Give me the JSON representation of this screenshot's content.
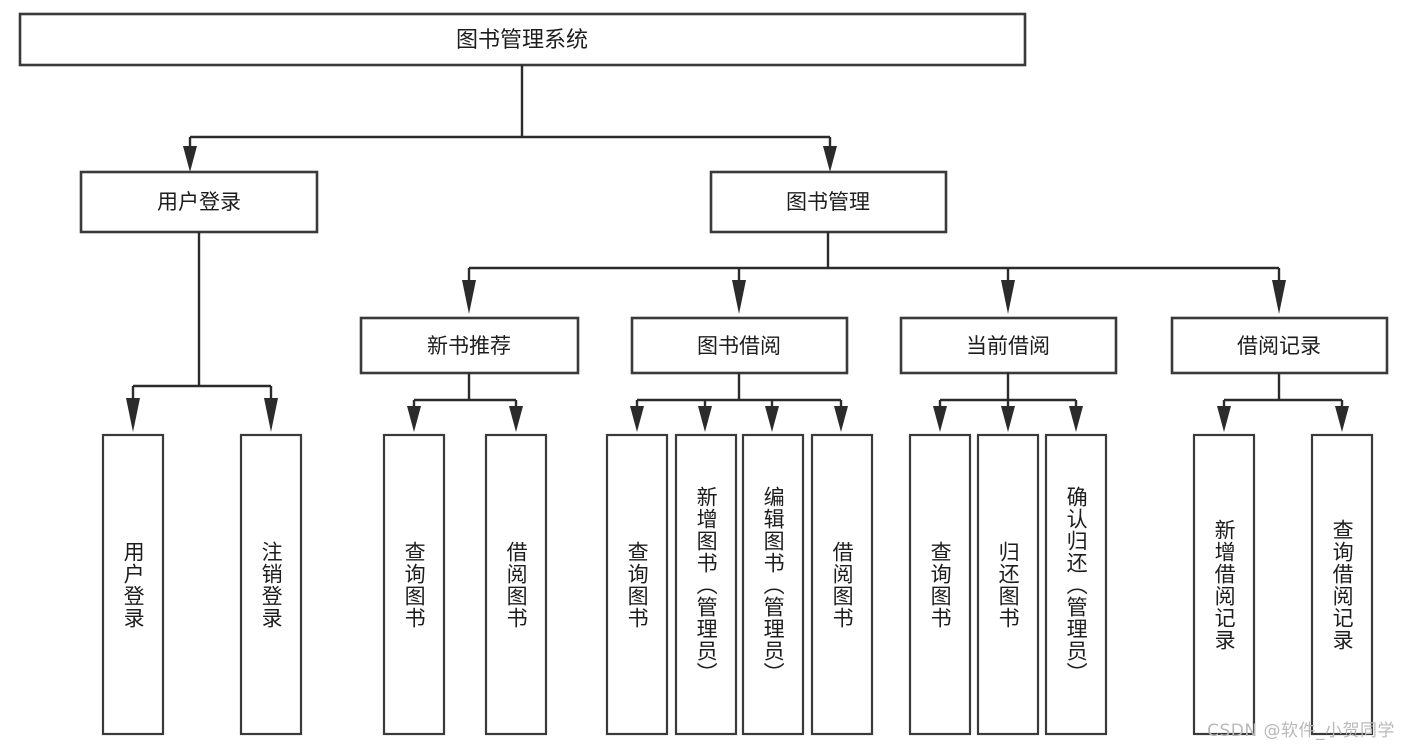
{
  "diagram": {
    "kind": "tree-hierarchy-chart",
    "orientation": "top-down",
    "root": {
      "label": "图书管理系统"
    },
    "level1": [
      {
        "label": "用户登录"
      },
      {
        "label": "图书管理"
      }
    ],
    "level2": [
      {
        "label": "新书推荐"
      },
      {
        "label": "图书借阅"
      },
      {
        "label": "当前借阅"
      },
      {
        "label": "借阅记录"
      }
    ],
    "leaves": {
      "user_login": [
        {
          "label": "用户登录"
        },
        {
          "label": "注销登录"
        }
      ],
      "new_book_recommend": [
        {
          "label": "查询图书"
        },
        {
          "label": "借阅图书"
        }
      ],
      "book_borrow": [
        {
          "label": "查询图书"
        },
        {
          "label": "新增图书（管理员）"
        },
        {
          "label": "编辑图书（管理员）"
        },
        {
          "label": "借阅图书"
        }
      ],
      "current_borrow": [
        {
          "label": "查询图书"
        },
        {
          "label": "归还图书"
        },
        {
          "label": "确认归还（管理员）"
        }
      ],
      "borrow_record": [
        {
          "label": "新增借阅记录"
        },
        {
          "label": "查询借阅记录"
        }
      ]
    },
    "watermark": "CSDN @软件_小贺同学",
    "colors": {
      "background": "#ffffff",
      "box_stroke": "#3a3a3a",
      "connector": "#2b2b2b",
      "text": "#1d1d1d",
      "watermark_text": "#b9b9b9"
    }
  }
}
